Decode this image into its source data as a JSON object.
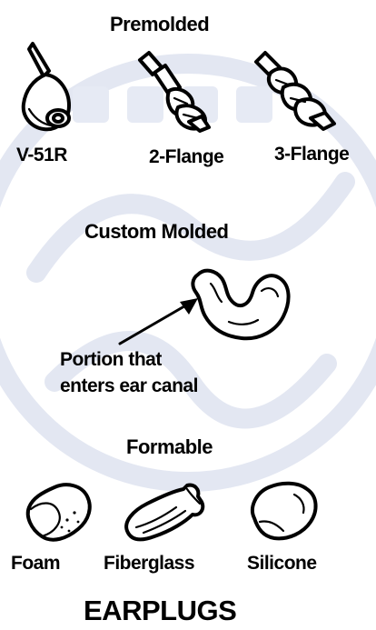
{
  "sections": {
    "premolded": {
      "heading": "Premolded",
      "items": [
        "V-51R",
        "2-Flange",
        "3-Flange"
      ]
    },
    "custom_molded": {
      "heading": "Custom Molded",
      "callout_line1": "Portion that",
      "callout_line2": "enters ear canal"
    },
    "formable": {
      "heading": "Formable",
      "items": [
        "Foam",
        "Fiberglass",
        "Silicone"
      ]
    }
  },
  "footer": {
    "title": "EARPLUGS"
  },
  "icons": {
    "v51r": "v51r-earplug-icon",
    "two_flange": "two-flange-earplug-icon",
    "three_flange": "three-flange-earplug-icon",
    "custom": "custom-molded-earplug-icon",
    "foam": "foam-earplug-icon",
    "fiberglass": "fiberglass-earplug-icon",
    "silicone": "silicone-earplug-icon"
  },
  "colors": {
    "ink": "#000000",
    "background": "#ffffff",
    "watermark": "#dfe3ef"
  }
}
